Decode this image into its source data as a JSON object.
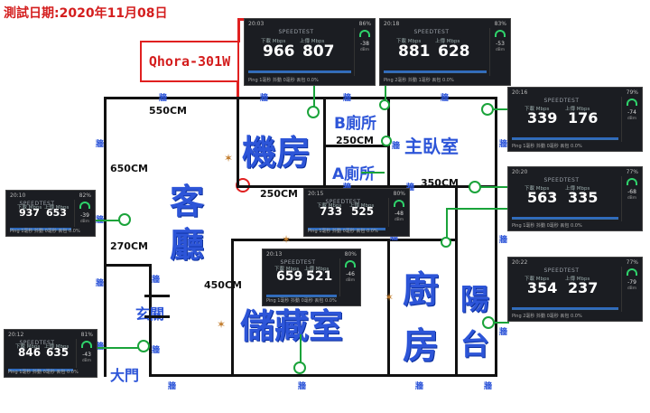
{
  "title": "測試日期:2020年11月08日",
  "router_label": "Qhora-301W",
  "rooms": {
    "living": [
      "客",
      "廳"
    ],
    "server": "機房",
    "b_bath": "B廁所",
    "a_bath": "A廁所",
    "master": "主臥室",
    "storage": "儲藏室",
    "kitchen": [
      "廚",
      "房"
    ],
    "balcony": [
      "陽",
      "台"
    ],
    "foyer": "玄關",
    "door": "大門"
  },
  "dimensions": {
    "top": "550CM",
    "left": "650CM",
    "corridor": "250CM",
    "bath": "250CM",
    "right": "350CM",
    "foyer": "270CM",
    "storage": "450CM"
  },
  "wall_mark": "牆",
  "speedtest_brand": "SPEEDTEST",
  "down_label": "下載 Mbps",
  "up_label": "上傳 Mbps",
  "cards": [
    {
      "id": "server",
      "time": "20:03",
      "battery": "86%",
      "down": "966",
      "up": "807",
      "rssi": "-38",
      "unit": "dBm",
      "ping": "Ping",
      "ping_val": "1毫秒",
      "jitter": "抖動",
      "jitter_val": "0毫秒",
      "loss": "丟包",
      "loss_val": "0.0%"
    },
    {
      "id": "b_bath",
      "time": "20:18",
      "battery": "83%",
      "down": "881",
      "up": "628",
      "rssi": "-53",
      "unit": "dBm",
      "ping": "Ping",
      "ping_val": "2毫秒",
      "jitter": "抖動",
      "jitter_val": "1毫秒",
      "loss": "丟包",
      "loss_val": "0.0%"
    },
    {
      "id": "master",
      "time": "20:16",
      "battery": "79%",
      "down": "339",
      "up": "176",
      "rssi": "-74",
      "unit": "dBm",
      "ping": "Ping",
      "ping_val": "1毫秒",
      "jitter": "抖動",
      "jitter_val": "0毫秒",
      "loss": "丟包",
      "loss_val": "0.0%"
    },
    {
      "id": "right_mid",
      "time": "20:20",
      "battery": "77%",
      "down": "563",
      "up": "335",
      "rssi": "-68",
      "unit": "dBm",
      "ping": "Ping",
      "ping_val": "1毫秒",
      "jitter": "抖動",
      "jitter_val": "0毫秒",
      "loss": "丟包",
      "loss_val": "0.0%"
    },
    {
      "id": "balcony",
      "time": "20:22",
      "battery": "77%",
      "down": "354",
      "up": "237",
      "rssi": "-79",
      "unit": "dBm",
      "ping": "Ping",
      "ping_val": "2毫秒",
      "jitter": "抖動",
      "jitter_val": "0毫秒",
      "loss": "丟包",
      "loss_val": "0.0%"
    },
    {
      "id": "living",
      "time": "20:10",
      "battery": "82%",
      "down": "937",
      "up": "653",
      "rssi": "-39",
      "unit": "dBm",
      "ping": "Ping",
      "ping_val": "1毫秒",
      "jitter": "抖動",
      "jitter_val": "0毫秒",
      "loss": "丟包",
      "loss_val": "0.0%"
    },
    {
      "id": "a_bath",
      "time": "20:15",
      "battery": "80%",
      "down": "733",
      "up": "525",
      "rssi": "-48",
      "unit": "dBm",
      "ping": "Ping",
      "ping_val": "1毫秒",
      "jitter": "抖動",
      "jitter_val": "0毫秒",
      "loss": "丟包",
      "loss_val": "0.0%"
    },
    {
      "id": "storage",
      "time": "20:13",
      "battery": "80%",
      "down": "659",
      "up": "521",
      "rssi": "-46",
      "unit": "dBm",
      "ping": "Ping",
      "ping_val": "1毫秒",
      "jitter": "抖動",
      "jitter_val": "0毫秒",
      "loss": "丟包",
      "loss_val": "0.0%"
    },
    {
      "id": "door",
      "time": "20:12",
      "battery": "81%",
      "down": "846",
      "up": "635",
      "rssi": "-43",
      "unit": "dBm",
      "ping": "Ping",
      "ping_val": "1毫秒",
      "jitter": "抖動",
      "jitter_val": "0毫秒",
      "loss": "丟包",
      "loss_val": "0.0%"
    }
  ]
}
